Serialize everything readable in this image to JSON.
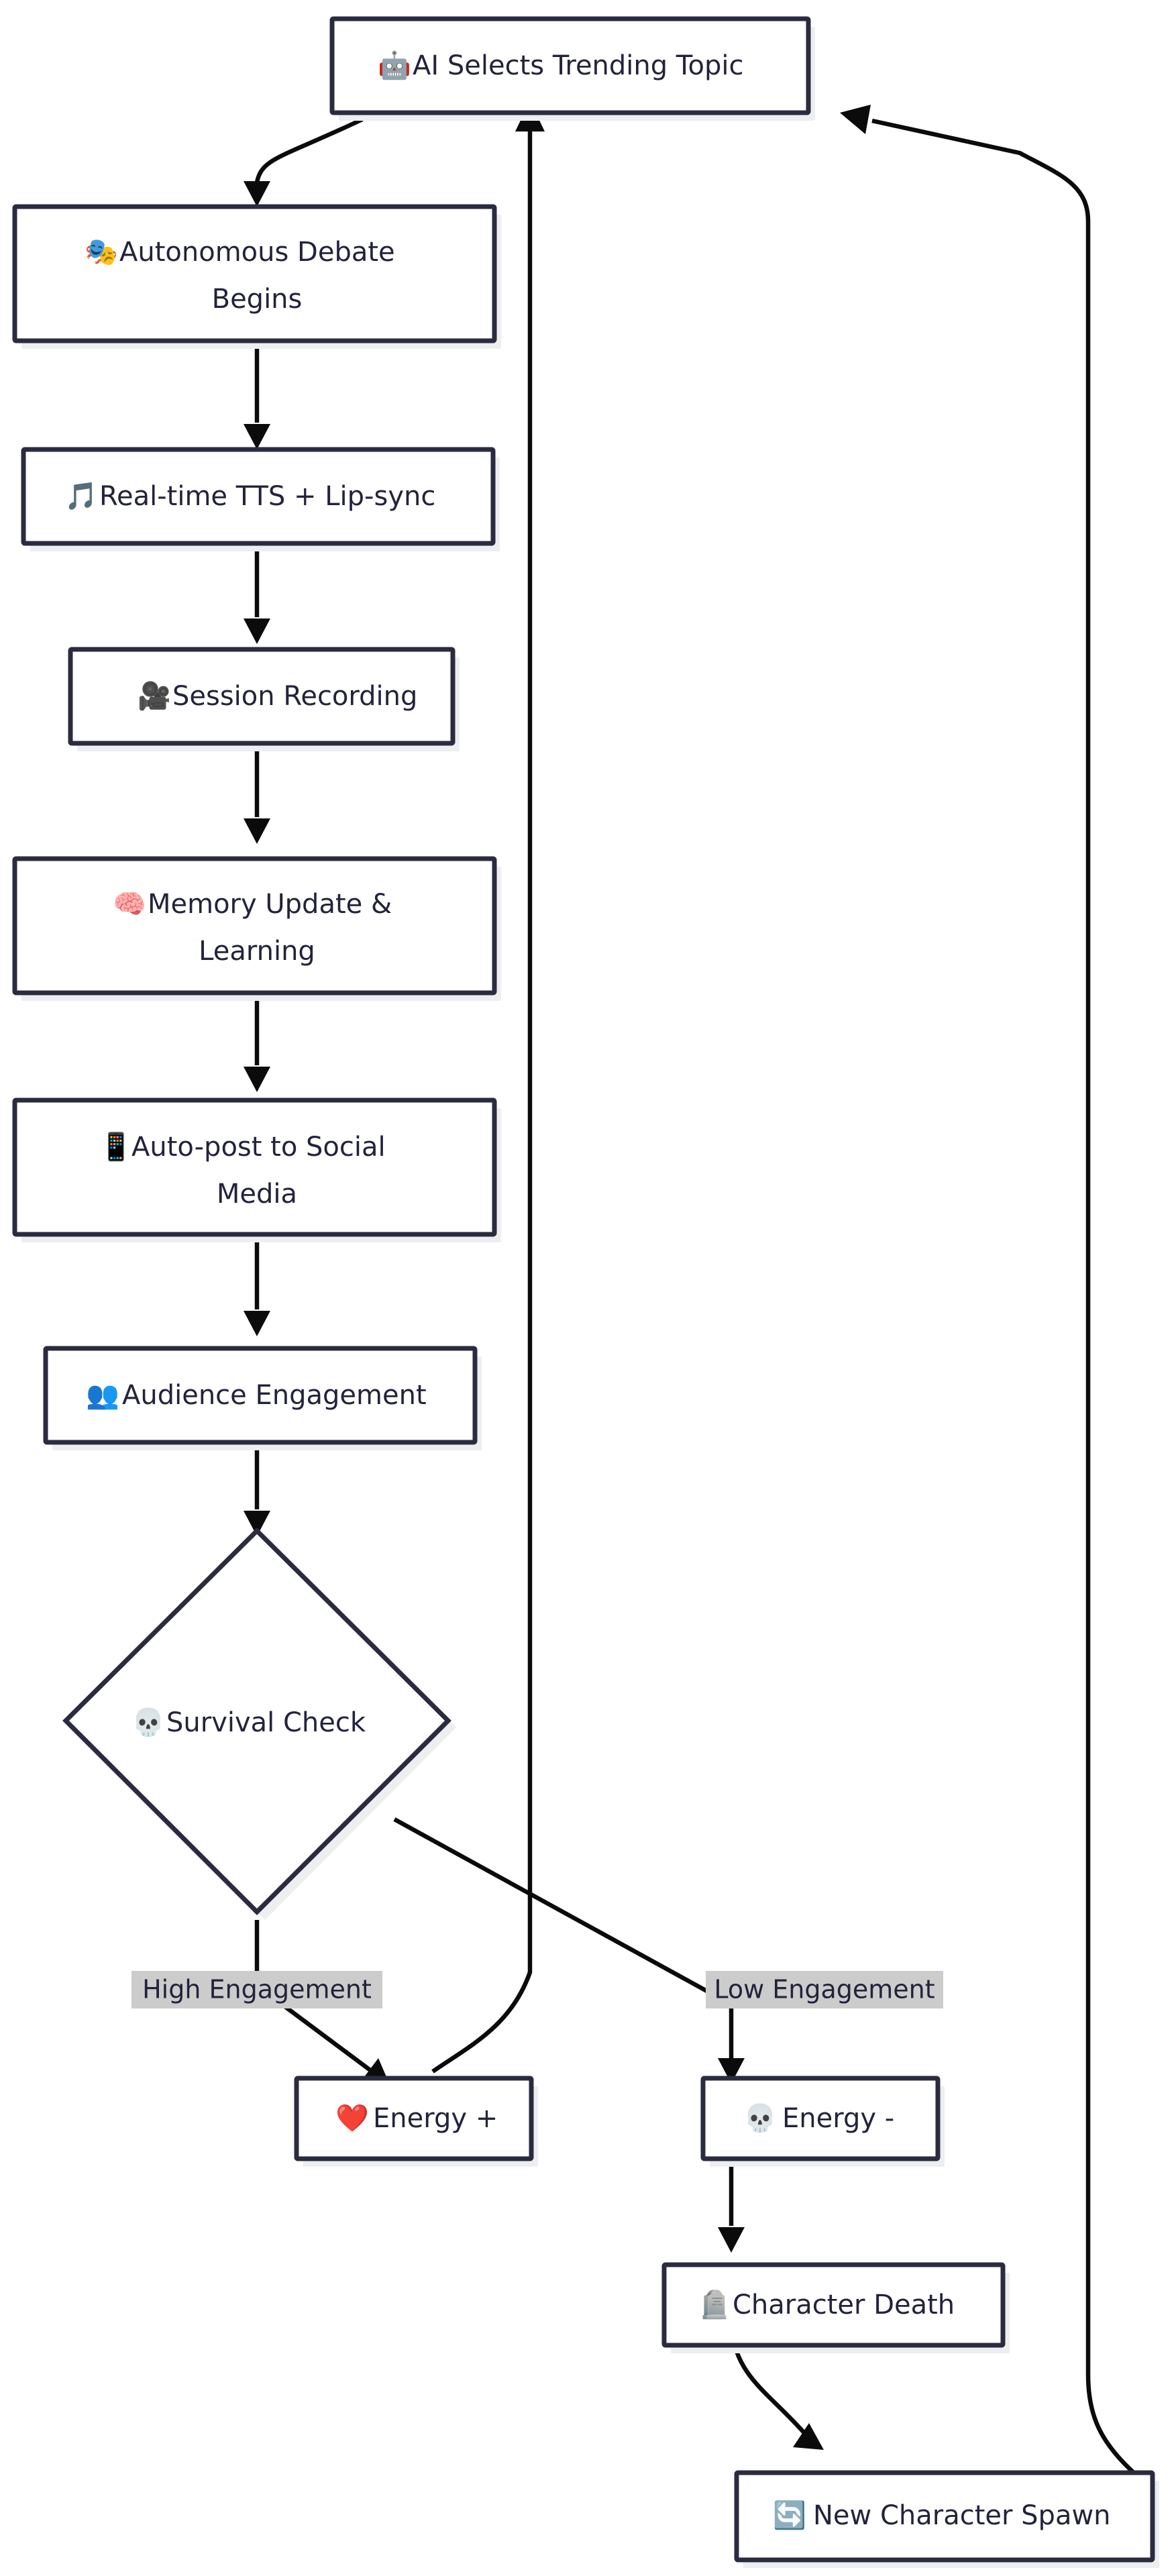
{
  "diagram": {
    "type": "flowchart",
    "direction": "top-to-bottom",
    "theme": {
      "background": "#ffffff",
      "node_fill": "#ffffff",
      "node_border": "#2b2b40",
      "node_shadow": "#eceef0",
      "edge_color": "#0b0b0b",
      "text_color": "#23233c",
      "edge_label_bg": "#cccccc"
    },
    "nodes": [
      {
        "id": "ai_topic",
        "shape": "rect",
        "emoji": "🤖",
        "icon_name": "robot-icon",
        "label": "AI Selects Trending Topic"
      },
      {
        "id": "debate",
        "shape": "rect",
        "emoji": "🎭",
        "icon_name": "performing-arts-icon",
        "label": "Autonomous Debate Begins"
      },
      {
        "id": "tts",
        "shape": "rect",
        "emoji": "🎵",
        "icon_name": "musical-note-icon",
        "label": "Real-time TTS + Lip-sync"
      },
      {
        "id": "recording",
        "shape": "rect",
        "emoji": "🎥",
        "icon_name": "movie-camera-icon",
        "label": "Session Recording"
      },
      {
        "id": "memory",
        "shape": "rect",
        "emoji": "🧠",
        "icon_name": "brain-icon",
        "label": "Memory Update & Learning"
      },
      {
        "id": "social",
        "shape": "rect",
        "emoji": "📱",
        "icon_name": "mobile-phone-icon",
        "label": "Auto-post to Social Media"
      },
      {
        "id": "audience",
        "shape": "rect",
        "emoji": "👥",
        "icon_name": "busts-in-silhouette-icon",
        "label": "Audience Engagement"
      },
      {
        "id": "survival",
        "shape": "diamond",
        "emoji": "💀",
        "icon_name": "skull-icon",
        "label": "Survival Check"
      },
      {
        "id": "energy_plus",
        "shape": "rect",
        "emoji": "❤️",
        "icon_name": "red-heart-icon",
        "label": "Energy +"
      },
      {
        "id": "energy_minus",
        "shape": "rect",
        "emoji": "💀",
        "icon_name": "skull-icon",
        "label": "Energy -"
      },
      {
        "id": "death",
        "shape": "rect",
        "emoji": "🪦",
        "icon_name": "headstone-icon",
        "label": "Character Death"
      },
      {
        "id": "spawn",
        "shape": "rect",
        "emoji": "🔄",
        "icon_name": "counterclockwise-arrows-icon",
        "label": "New Character Spawn"
      }
    ],
    "edges": [
      {
        "from": "ai_topic",
        "to": "debate",
        "label": ""
      },
      {
        "from": "debate",
        "to": "tts",
        "label": ""
      },
      {
        "from": "tts",
        "to": "recording",
        "label": ""
      },
      {
        "from": "recording",
        "to": "memory",
        "label": ""
      },
      {
        "from": "memory",
        "to": "social",
        "label": ""
      },
      {
        "from": "social",
        "to": "audience",
        "label": ""
      },
      {
        "from": "audience",
        "to": "survival",
        "label": ""
      },
      {
        "from": "survival",
        "to": "energy_plus",
        "label": "High Engagement"
      },
      {
        "from": "survival",
        "to": "energy_minus",
        "label": "Low Engagement"
      },
      {
        "from": "energy_minus",
        "to": "death",
        "label": ""
      },
      {
        "from": "death",
        "to": "spawn",
        "label": ""
      },
      {
        "from": "energy_plus",
        "to": "ai_topic",
        "label": ""
      },
      {
        "from": "spawn",
        "to": "ai_topic",
        "label": ""
      }
    ],
    "edge_labels": [
      {
        "id": "high_engagement",
        "text": "High Engagement"
      },
      {
        "id": "low_engagement",
        "text": "Low Engagement"
      }
    ]
  }
}
